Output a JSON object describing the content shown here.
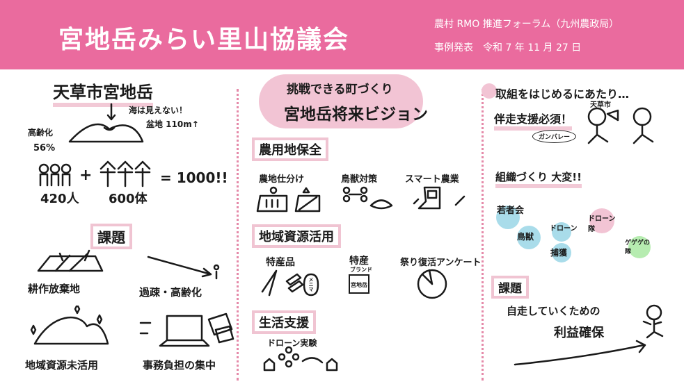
{
  "header": {
    "title": "宮地岳みらい里山協議会",
    "forum": "農村 RMO 推進フォーラム（九州農政局）",
    "presentation": "事例発表　令和 7 年 11 月 27 日",
    "color": "#ea6b9e"
  },
  "left": {
    "place": "天草市宮地岳",
    "sea_note": "海は見えない！",
    "basin_note": "盆地 110m↑",
    "aging_label": "高齢化",
    "aging_value": "56%",
    "people": "420人",
    "scarecrows": "600体",
    "total": "= 1000!!",
    "issues_label": "課題",
    "issues": [
      "耕作放棄地",
      "過疎・高齢化",
      "地域資源未活用",
      "事務負担の集中"
    ]
  },
  "center": {
    "vision_line1": "挑戦できる町づくり",
    "vision_line2": "宮地岳将来ビジョン",
    "sections": [
      {
        "label": "農用地保全",
        "items": [
          "農地仕分け",
          "鳥獣対策",
          "スマート農業"
        ]
      },
      {
        "label": "地域資源活用",
        "items": [
          "特産品",
          "特産",
          "祭り復活アンケート"
        ],
        "brand": "ブランド",
        "brand_box": "宮地岳",
        "memo": "メニマ"
      },
      {
        "label": "生活支援",
        "items": [
          "ドローン実験"
        ]
      }
    ]
  },
  "right": {
    "intro": "取組をはじめるにあたり…",
    "support": "伴走支援必須！",
    "city": "天草市",
    "cheer": "ガンバレー",
    "org": "組織づくり 大変!!",
    "groups": [
      {
        "label": "若者会",
        "color": "#a9dcea"
      },
      {
        "label": "鳥獣",
        "color": "#a9dcea"
      },
      {
        "label": "ドローン",
        "color": "#a9dcea"
      },
      {
        "label": "捕獲",
        "color": "#a9dcea"
      },
      {
        "label": "ドローン隊",
        "color": "#f2c4d4"
      },
      {
        "label": "ゲゲゲの隊",
        "color": "#b6ecb0"
      }
    ],
    "issues_label": "課題",
    "issue_line1": "自走していくための",
    "issue_line2": "利益確保"
  }
}
